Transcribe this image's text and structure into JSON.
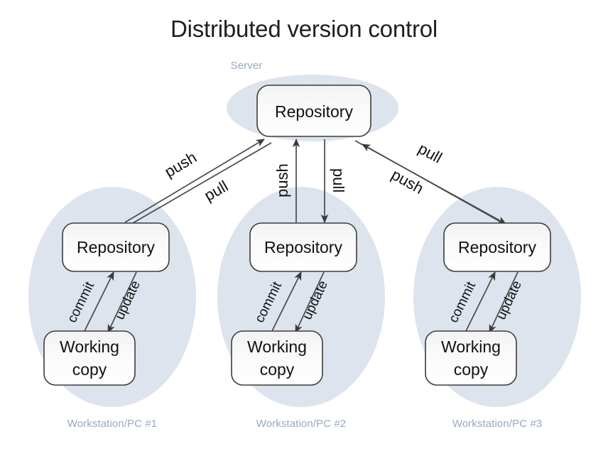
{
  "diagram": {
    "title": "Distributed version control",
    "zones": [
      {
        "id": "server",
        "label": "Server"
      },
      {
        "id": "ws1",
        "label": "Workstation/PC #1"
      },
      {
        "id": "ws2",
        "label": "Workstation/PC #2"
      },
      {
        "id": "ws3",
        "label": "Workstation/PC #3"
      }
    ],
    "nodes": {
      "server_repository": "Repository",
      "ws1_repository": "Repository",
      "ws1_working_copy_line1": "Working",
      "ws1_working_copy_line2": "copy",
      "ws2_repository": "Repository",
      "ws2_working_copy_line1": "Working",
      "ws2_working_copy_line2": "copy",
      "ws3_repository": "Repository",
      "ws3_working_copy_line1": "Working",
      "ws3_working_copy_line2": "copy"
    },
    "edges": {
      "ws1_push": "push",
      "ws1_pull": "pull",
      "ws2_push": "push",
      "ws2_pull": "pull",
      "ws3_pull": "pull",
      "ws3_push": "push",
      "ws1_commit": "commit",
      "ws1_update": "update",
      "ws2_commit": "commit",
      "ws2_update": "update",
      "ws3_commit": "commit",
      "ws3_update": "update"
    },
    "colors": {
      "zone_fill": "#dde4ee",
      "zone_label": "#9aa8bd",
      "node_stroke": "#3d3d3d",
      "node_fill_top": "#f7f8f8",
      "node_fill_bottom": "#ffffff",
      "edge_stroke": "#4a4a4a",
      "title_color": "#1f1f1f",
      "background": "#ffffff"
    }
  }
}
